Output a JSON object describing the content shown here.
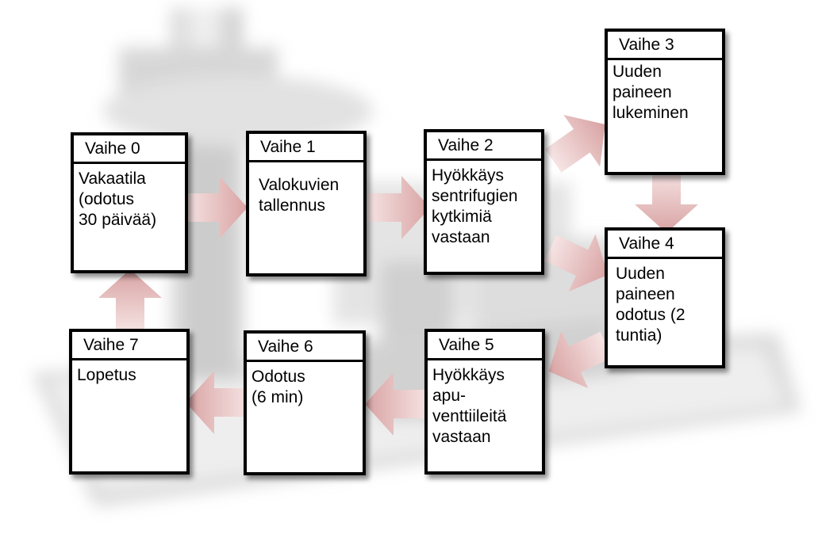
{
  "colors": {
    "arrow": "#e8b9b9",
    "box_border": "#000000"
  },
  "stages": [
    {
      "header": "Vaihe 0",
      "text": "Vakaatila\n(odotus\n30 päivää)"
    },
    {
      "header": "Vaihe 1",
      "text": "Valokuvien\ntallennus"
    },
    {
      "header": "Vaihe 2",
      "text": "Hyökkäys\nsentrifugien\nkytkimiä\nvastaan"
    },
    {
      "header": "Vaihe 3",
      "text": "Uuden\npaineen\nlukeminen"
    },
    {
      "header": "Vaihe 4",
      "text": "Uuden\npaineen\nodotus (2\ntuntia)"
    },
    {
      "header": "Vaihe 5",
      "text": "Hyökkäys\napu-\nventtiileitä\nvastaan"
    },
    {
      "header": "Vaihe 6",
      "text": "Odotus\n(6 min)"
    },
    {
      "header": "Vaihe 7",
      "text": "Lopetus"
    }
  ]
}
